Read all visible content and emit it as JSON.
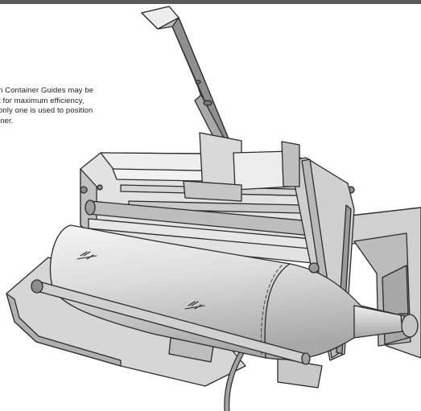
{
  "caption": {
    "lines": [
      "n Container Guides  may be",
      "t for maximum efficiency,",
      "only one is used to position",
      "iner."
    ]
  },
  "illustration": {
    "icons": [
      "bottle-label-icon",
      "bottle-label-icon"
    ]
  },
  "colors": {
    "stroke": "#2b2b2b",
    "metal_light": "#e6e6e6",
    "metal_mid": "#cfcfcf",
    "metal_dark": "#a9a9a9",
    "rule": "#5a5a5a"
  }
}
